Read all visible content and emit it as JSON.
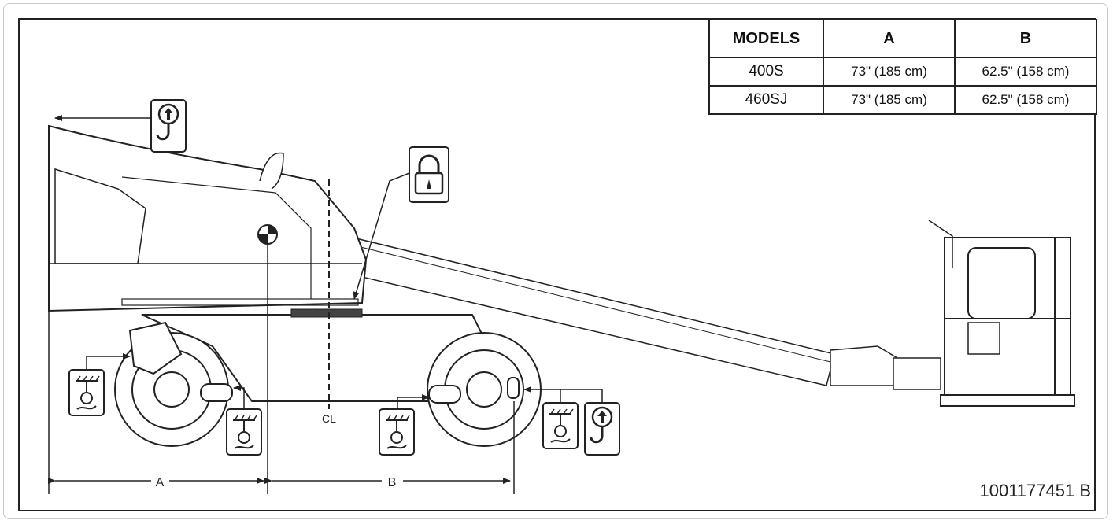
{
  "table": {
    "headers": [
      "MODELS",
      "A",
      "B"
    ],
    "rows": [
      [
        "400S",
        "73\" (185 cm)",
        "62.5\" (158 cm)"
      ],
      [
        "460SJ",
        "73\" (185 cm)",
        "62.5\" (158 cm)"
      ]
    ]
  },
  "dimensions": {
    "a_label": "A",
    "b_label": "B",
    "centerline_label": "CL"
  },
  "part_number": "1001177451  B",
  "icons": [
    "lift-point-icon",
    "padlock-icon",
    "tie-down-icon",
    "center-of-gravity-icon"
  ],
  "colors": {
    "line": "#222222",
    "frame": "#222222",
    "background": "#ffffff"
  }
}
